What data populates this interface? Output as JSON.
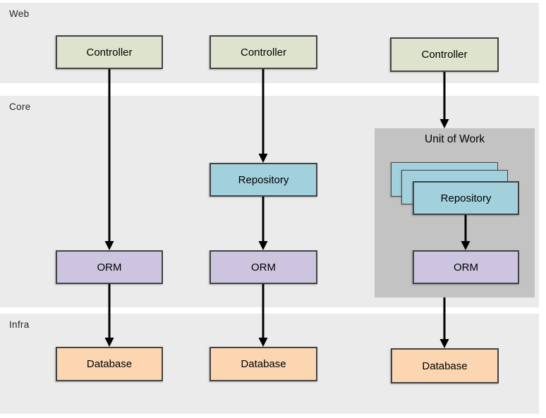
{
  "layers": [
    {
      "label": "Web"
    },
    {
      "label": "Core"
    },
    {
      "label": "Infra"
    }
  ],
  "columns": {
    "col1": {
      "controller": "Controller",
      "orm": "ORM",
      "database": "Database"
    },
    "col2": {
      "controller": "Controller",
      "repository": "Repository",
      "orm": "ORM",
      "database": "Database"
    },
    "col3": {
      "controller": "Controller",
      "unit_of_work_label": "Unit of Work",
      "repository": "Repository",
      "orm": "ORM",
      "database": "Database"
    }
  },
  "colors": {
    "layer_band_fill": "#ebebeb",
    "controller_fill": "#dee3cd",
    "repository_fill": "#a2d0dd",
    "orm_fill": "#cdc5e0",
    "database_fill": "#fcd6b1",
    "unit_of_work_fill": "#c3c3c3",
    "box_border": "#434343",
    "arrow_color": "#000000",
    "label_color": "#262626"
  }
}
